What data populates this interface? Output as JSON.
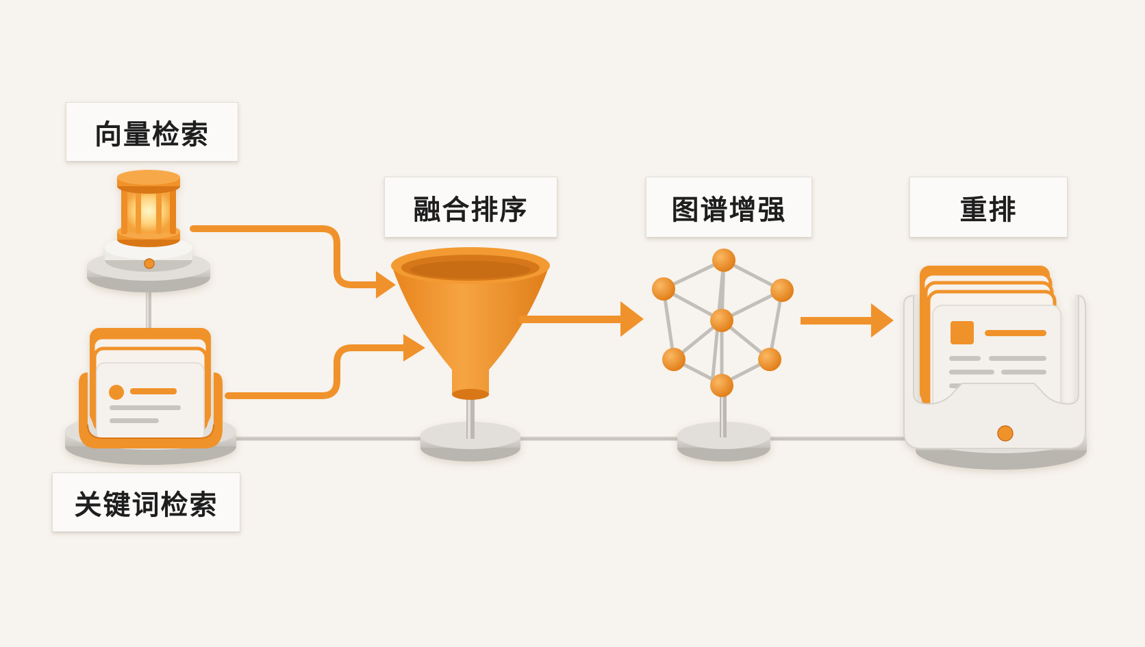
{
  "diagram": {
    "stages": {
      "vector_search": {
        "label": "向量检索",
        "icon": "glowing-lantern-icon"
      },
      "keyword_search": {
        "label": "关键词检索",
        "icon": "document-tray-icon"
      },
      "fusion_ranking": {
        "label": "融合排序",
        "icon": "funnel-icon"
      },
      "graph_enhancement": {
        "label": "图谱增强",
        "icon": "knowledge-graph-icon"
      },
      "rerank": {
        "label": "重排",
        "icon": "ranked-document-tray-icon"
      }
    },
    "colors": {
      "accent": "#f0922b",
      "accent_dark": "#d97716",
      "background": "#f7f3ee",
      "base_gray": "#d6d3ce",
      "rail_gray": "#c9c4bd"
    }
  }
}
